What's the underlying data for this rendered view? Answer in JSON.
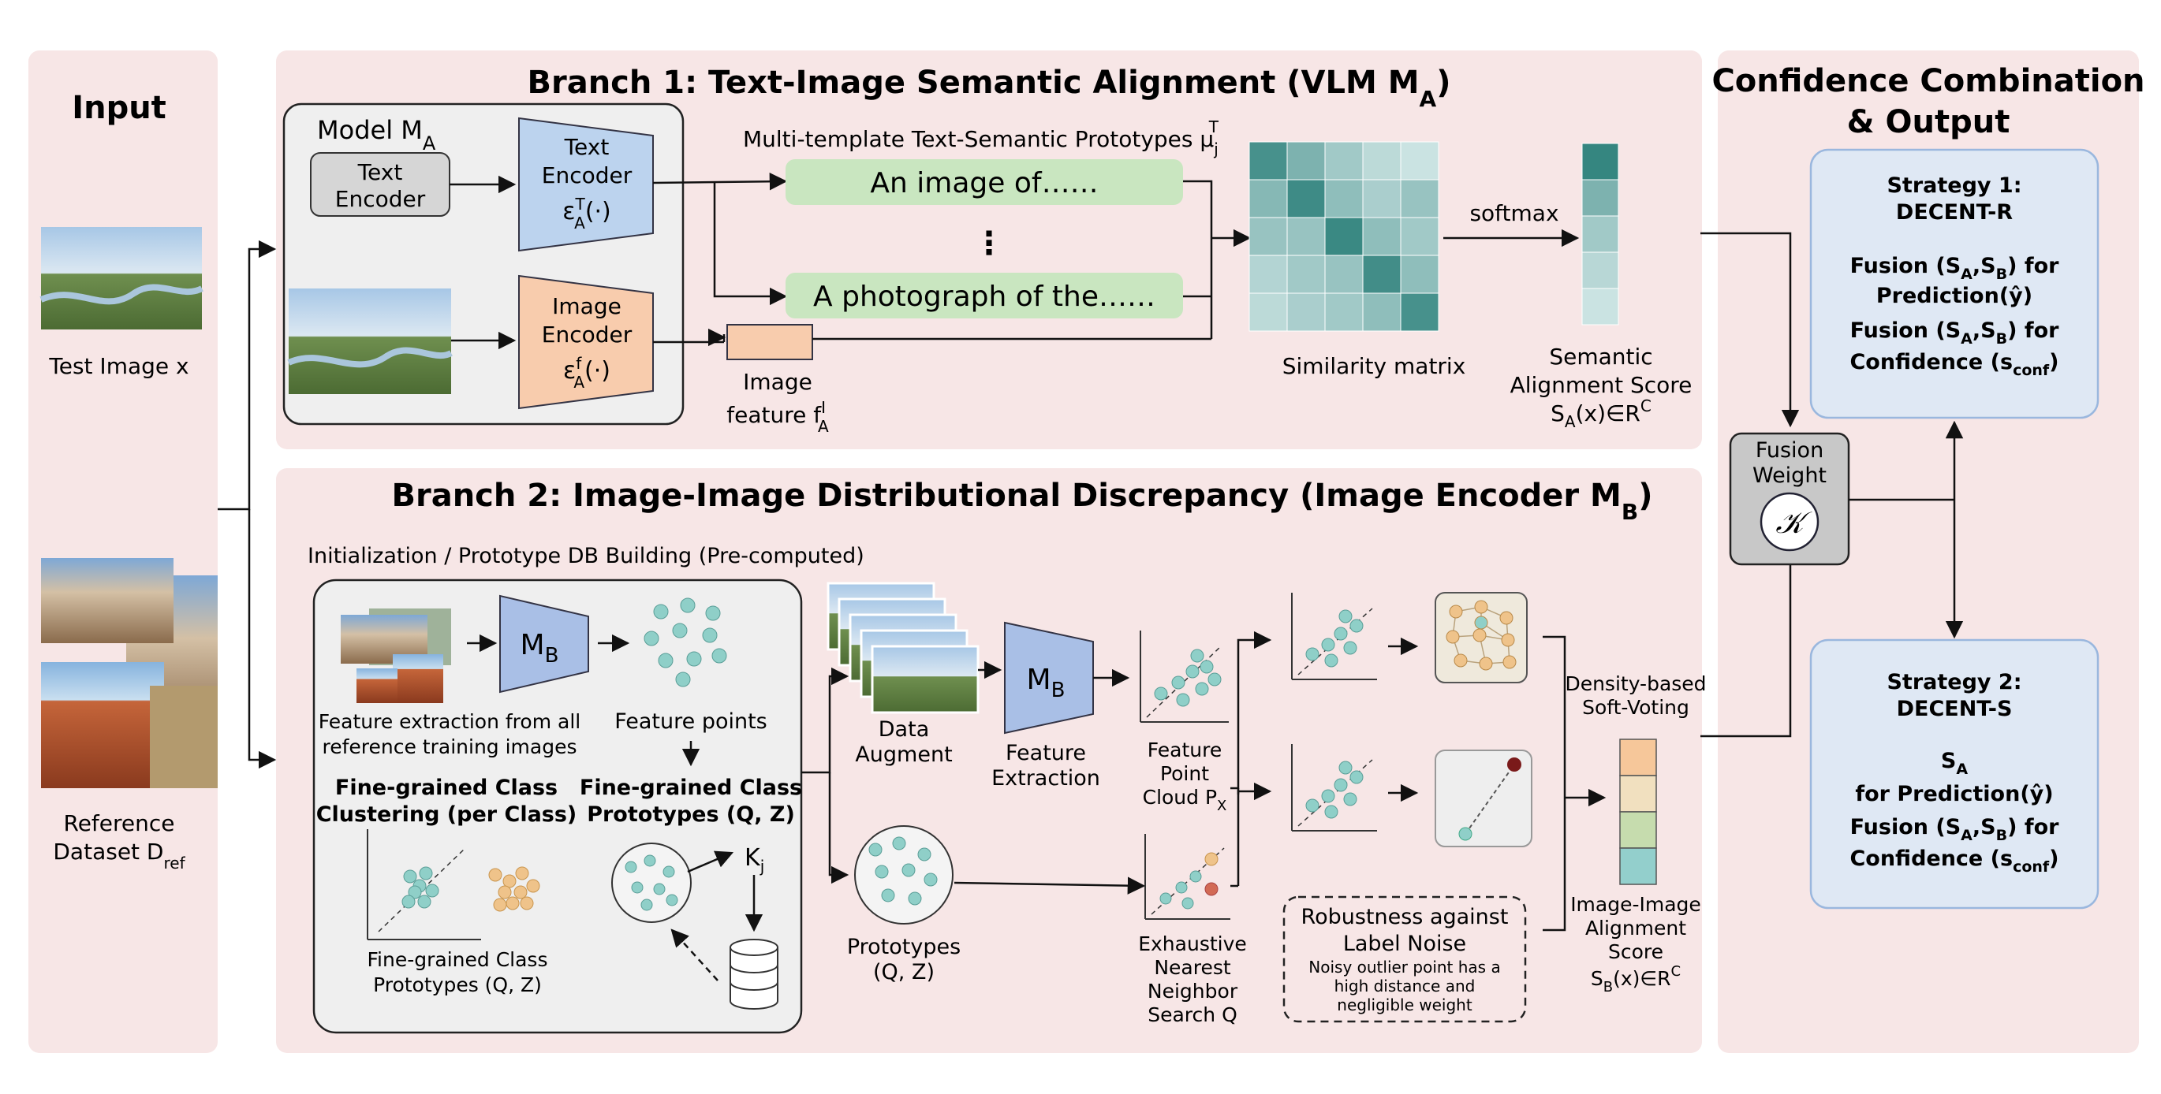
{
  "panels": {
    "input": {
      "title": "Input",
      "test_image_label": "Test Image x",
      "reference_label_line1": "Reference",
      "reference_label_line2": "Dataset D",
      "reference_label_sub": "ref"
    },
    "branch1": {
      "title_main": "Branch 1: Text-Image Semantic Alignment (VLM M",
      "title_sub": "A",
      "title_end": ")",
      "model_label": "Model M",
      "model_sub": "A",
      "text_encoder_box": [
        "Text",
        "Encoder"
      ],
      "text_encoder_trap": [
        "Text",
        "Encoder"
      ],
      "text_encoder_symbol": "ε",
      "text_encoder_sup": "T",
      "text_encoder_sub": "A",
      "text_encoder_arg": "(·)",
      "image_encoder_trap": [
        "Image",
        "Encoder"
      ],
      "image_encoder_symbol": "ε",
      "image_encoder_sup": "f",
      "image_encoder_sub": "A",
      "image_encoder_arg": "(·)",
      "prototypes_heading": "Multi-template Text-Semantic Prototypes μ",
      "prototypes_sub": "j",
      "prototypes_sup": "T",
      "template_1": "An image of……",
      "template_ellipsis": "⋮",
      "template_2": "A photograph of the……",
      "image_feature_line1": "Image",
      "image_feature_line2": "feature f",
      "image_feature_sup": "I",
      "image_feature_sub": "A",
      "similarity_label": "Similarity matrix",
      "softmax_label": "softmax",
      "score_line1": "Semantic",
      "score_line2": "Alignment Score",
      "score_line3_pre": "S",
      "score_line3_sub": "A",
      "score_line3_post": "(x)∈R",
      "score_line3_sup": "C"
    },
    "branch2": {
      "title_main": "Branch 2: Image-Image Distributional Discrepancy (Image Encoder M",
      "title_sub": "B",
      "title_end": ")",
      "init_label": "Initialization / Prototype DB Building (Pre-computed)",
      "mb_label": "M",
      "mb_sub": "B",
      "feature_extraction_caption": [
        "Feature extraction from all",
        "reference training images"
      ],
      "feature_points_label": "Feature points",
      "clustering_title": [
        "Fine-grained Class",
        "Clustering (per Class)"
      ],
      "prototypes_title": [
        "Fine-grained Class",
        "Prototypes (Q, Z)"
      ],
      "kj_label": "K",
      "kj_sub": "j",
      "cluster_caption": [
        "Fine-grained Class",
        "Prototypes (Q, Z)"
      ],
      "data_augment_label": [
        "Data",
        "Augment"
      ],
      "feature_extraction_label": [
        "Feature",
        "Extraction"
      ],
      "point_cloud_label": [
        "Feature",
        "Point",
        "Cloud P"
      ],
      "point_cloud_sub": "X",
      "prototypes_label": [
        "Prototypes",
        "(Q, Z)"
      ],
      "nn_search_label": [
        "Exhaustive",
        "Nearest",
        "Neighbor",
        "Search Q"
      ],
      "robustness_title": [
        "Robustness against",
        "Label Noise"
      ],
      "robustness_text": [
        "Noisy outlier point has a",
        "high distance and",
        "negligible weight"
      ],
      "soft_voting_label": [
        "Density-based",
        "Soft-Voting"
      ],
      "score_line1": "Image-Image",
      "score_line2": "Alignment",
      "score_line3": "Score",
      "score_line4_pre": "S",
      "score_line4_sub": "B",
      "score_line4_post": "(x)∈R",
      "score_line4_sup": "C"
    },
    "output": {
      "title_line1": "Confidence Combination",
      "title_line2": "& Output",
      "fusion_label": [
        "Fusion",
        "Weight"
      ],
      "kernel_symbol": "𝒦",
      "strategy1": {
        "title": [
          "Strategy 1:",
          "DECENT-R"
        ],
        "line1_pre": "Fusion (S",
        "line1_s1": "A",
        "line1_mid": ",S",
        "line1_s2": "B",
        "line1_post": ") for",
        "line2": "Prediction(ŷ)",
        "line3_pre": "Fusion (S",
        "line3_s1": "A",
        "line3_mid": ",S",
        "line3_s2": "B",
        "line3_post": ") for",
        "line4_pre": "Confidence (s",
        "line4_sub": "conf",
        "line4_post": ")"
      },
      "strategy2": {
        "title": [
          "Strategy 2:",
          "DECENT-S"
        ],
        "line1_pre": "S",
        "line1_sub": "A",
        "line2": "for Prediction(ŷ)",
        "line3_pre": "Fusion (S",
        "line3_s1": "A",
        "line3_mid": ",S",
        "line3_s2": "B",
        "line3_post": ") for",
        "line4_pre": "Confidence (s",
        "line4_sub": "conf",
        "line4_post": ")"
      }
    }
  },
  "colors": {
    "panel_bg": "#f7e6e6",
    "encoder_blue": "#bcd3ee",
    "encoder_orange": "#f8ccad",
    "template_green": "#c9e6c0",
    "mb_blue": "#a9bfe6",
    "teal_point": "#8fcfc8",
    "orange_point": "#efc38a",
    "strategy_bg": "#dfe8f4",
    "fusion_bg": "#c8c8c8"
  },
  "similarity_matrix": [
    [
      0.85,
      0.55,
      0.35,
      0.2,
      0.12
    ],
    [
      0.5,
      0.9,
      0.45,
      0.3,
      0.4
    ],
    [
      0.4,
      0.4,
      0.92,
      0.45,
      0.35
    ],
    [
      0.25,
      0.35,
      0.4,
      0.88,
      0.45
    ],
    [
      0.2,
      0.3,
      0.35,
      0.45,
      0.85
    ]
  ],
  "softmax_vector": [
    0.95,
    0.55,
    0.35,
    0.22,
    0.12
  ],
  "score_b_colors": [
    "#f6c79a",
    "#f1e0bf",
    "#c6dcae",
    "#93cfcc"
  ]
}
